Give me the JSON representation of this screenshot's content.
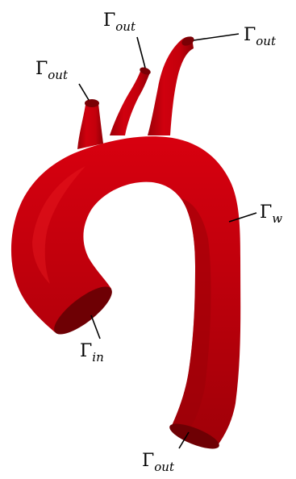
{
  "colors": {
    "vessel": "#c8000c",
    "vessel_dark": "#8a0006",
    "vessel_light": "#e0141c",
    "background": "#ffffff",
    "text": "#000000"
  },
  "labels": {
    "outlet_left": {
      "symbol": "Γ",
      "sub": "out"
    },
    "outlet_middle": {
      "symbol": "Γ",
      "sub": "out"
    },
    "outlet_right": {
      "symbol": "Γ",
      "sub": "out"
    },
    "wall": {
      "symbol": "Γ",
      "sub": "w"
    },
    "inlet": {
      "symbol": "Γ",
      "sub": "in"
    },
    "outlet_bottom": {
      "symbol": "Γ",
      "sub": "out"
    }
  }
}
